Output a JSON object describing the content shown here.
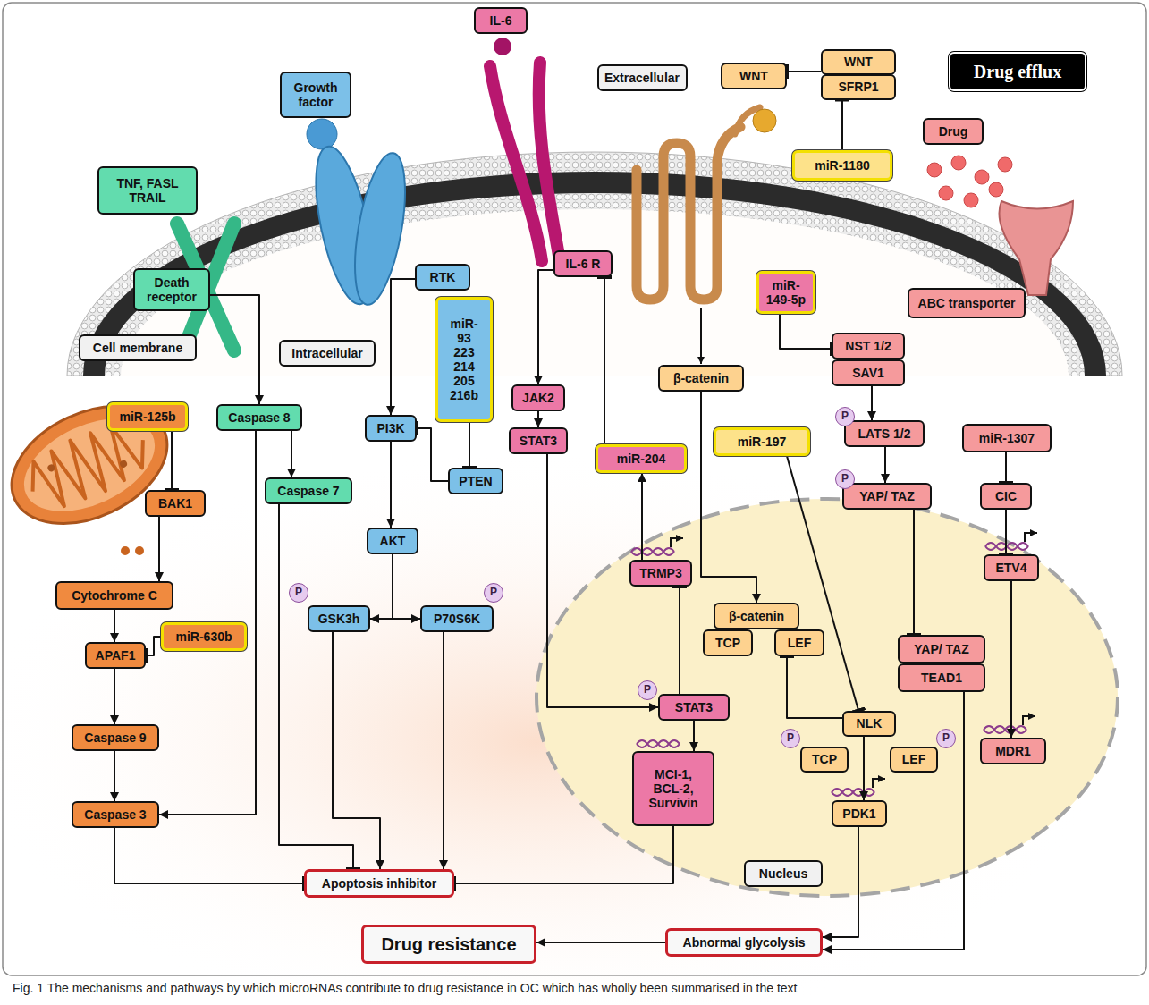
{
  "diagram": {
    "caption": "Fig. 1 The mechanisms and pathways by which microRNAs contribute to drug resistance in OC which has wholly been summarised in the text",
    "nodes": [
      {
        "text": [
          "Drug efflux"
        ]
      },
      {
        "text": [
          "WNT"
        ]
      },
      {
        "text": [
          "WNT"
        ]
      },
      {
        "text": [
          "SFRP1"
        ]
      },
      {
        "text": [
          "IL-6"
        ]
      },
      {
        "text": [
          "Extracellular"
        ]
      },
      {
        "text": [
          "Growth factor"
        ]
      },
      {
        "text": [
          "Drug"
        ]
      },
      {
        "text": [
          "miR-1180"
        ]
      },
      {
        "text": [
          "TNF, FASL TRAIL"
        ]
      },
      {
        "text": [
          "IL-6 R"
        ]
      },
      {
        "text": [
          "Death receptor"
        ]
      },
      {
        "text": [
          "RTK"
        ]
      },
      {
        "text": [
          "miR- 93 223 214 205 216b"
        ]
      },
      {
        "text": [
          "miR-149-5p"
        ]
      },
      {
        "text": [
          "ABC transporter"
        ]
      },
      {
        "text": [
          "Cell membrane"
        ]
      },
      {
        "text": [
          "Intracellular"
        ]
      },
      {
        "text": [
          "NST 1/2"
        ]
      },
      {
        "text": [
          "β-catenin"
        ]
      },
      {
        "text": [
          "SAV1"
        ]
      },
      {
        "text": [
          "miR-125b"
        ]
      },
      {
        "text": [
          "Caspase 8"
        ]
      },
      {
        "text": [
          "PI3K"
        ]
      },
      {
        "text": [
          "JAK2"
        ]
      },
      {
        "text": [
          "STAT3"
        ]
      },
      {
        "text": [
          "miR-204"
        ]
      },
      {
        "text": [
          "LATS 1/2"
        ]
      },
      {
        "text": [
          "miR-1307"
        ]
      },
      {
        "text": [
          "miR-197"
        ]
      },
      {
        "text": [
          "BAK1"
        ]
      },
      {
        "text": [
          "Caspase 7"
        ]
      },
      {
        "text": [
          "PTEN"
        ]
      },
      {
        "text": [
          "CIC"
        ]
      },
      {
        "text": [
          "YAP/ TAZ"
        ]
      },
      {
        "text": [
          "AKT"
        ]
      },
      {
        "text": [
          "TRMP3"
        ]
      },
      {
        "text": [
          "β-catenin"
        ]
      },
      {
        "text": [
          "TCP"
        ]
      },
      {
        "text": [
          "LEF"
        ]
      },
      {
        "text": [
          "YAP/ TAZ"
        ]
      },
      {
        "text": [
          "TEAD1"
        ]
      },
      {
        "text": [
          "ETV4"
        ]
      },
      {
        "text": [
          "Cytochrome C"
        ]
      },
      {
        "text": [
          "GSK3h"
        ]
      },
      {
        "text": [
          "P70S6K"
        ]
      },
      {
        "text": [
          "miR-630b"
        ]
      },
      {
        "text": [
          "APAF1"
        ]
      },
      {
        "text": [
          "STAT3"
        ]
      },
      {
        "text": [
          "NLK"
        ]
      },
      {
        "text": [
          "TCP"
        ]
      },
      {
        "text": [
          "LEF"
        ]
      },
      {
        "text": [
          "MDR1"
        ]
      },
      {
        "text": [
          "Caspase 9"
        ]
      },
      {
        "text": [
          "MCI-1, BCL-2, Survivin"
        ]
      },
      {
        "text": [
          "PDK1"
        ]
      },
      {
        "text": [
          "Caspase 3"
        ]
      },
      {
        "text": [
          "Nucleus"
        ]
      },
      {
        "text": [
          "Apoptosis inhibitor"
        ]
      },
      {
        "text": [
          "Drug resistance"
        ]
      },
      {
        "text": [
          "Abnormal glycolysis"
        ]
      },
      {
        "text": [
          "P"
        ]
      },
      {
        "text": [
          "P"
        ]
      },
      {
        "text": [
          "P"
        ]
      },
      {
        "text": [
          "P"
        ]
      },
      {
        "text": [
          "P"
        ]
      },
      {
        "text": [
          "P"
        ]
      },
      {
        "text": [
          "P"
        ]
      }
    ],
    "edges": [
      {
        "from": 2,
        "to": 1,
        "arrow": "to"
      },
      {
        "from": 8,
        "to": 3,
        "arrow": "to"
      },
      {
        "from": 11,
        "to": 22,
        "arrow": "to"
      },
      {
        "from": 12,
        "to": 23,
        "arrow": "to"
      },
      {
        "from": 10,
        "to": 24,
        "arrow": "to"
      },
      {
        "from": 26,
        "to": 10,
        "arrow": "to"
      },
      {
        "from": 19,
        "to": 37,
        "arrow": "to"
      },
      {
        "from": 14,
        "to": 18,
        "arrow": "to"
      },
      {
        "from": 20,
        "to": 27,
        "arrow": "to"
      },
      {
        "from": 27,
        "to": 34,
        "arrow": "to"
      },
      {
        "from": 34,
        "to": 40,
        "arrow": "to"
      },
      {
        "from": 41,
        "to": 60,
        "arrow": "to"
      },
      {
        "from": 28,
        "to": 33,
        "arrow": "to"
      },
      {
        "from": 33,
        "to": 42,
        "arrow": "to"
      },
      {
        "from": 42,
        "to": 52,
        "arrow": "to"
      },
      {
        "from": 21,
        "to": 30,
        "arrow": "to"
      },
      {
        "from": 30,
        "to": 43,
        "arrow": "to"
      },
      {
        "from": 43,
        "to": 47,
        "arrow": "to"
      },
      {
        "from": 46,
        "to": 47,
        "arrow": "to"
      },
      {
        "from": 47,
        "to": 53,
        "arrow": "to"
      },
      {
        "from": 53,
        "to": 56,
        "arrow": "to"
      },
      {
        "from": 22,
        "to": 31,
        "arrow": "to"
      },
      {
        "from": 22,
        "to": 56,
        "arrow": "to"
      },
      {
        "from": 31,
        "to": 58,
        "arrow": "to"
      },
      {
        "from": 56,
        "to": 58,
        "arrow": "to"
      },
      {
        "from": 23,
        "to": 35,
        "arrow": "to"
      },
      {
        "from": 32,
        "to": 23,
        "arrow": "to"
      },
      {
        "from": 13,
        "to": 32,
        "arrow": "to"
      },
      {
        "from": 35,
        "to": 44,
        "arrow": "to"
      },
      {
        "from": 35,
        "to": 45,
        "arrow": "to"
      },
      {
        "from": 44,
        "to": 58,
        "arrow": "to"
      },
      {
        "from": 45,
        "to": 58,
        "arrow": "to"
      },
      {
        "from": 54,
        "to": 58,
        "arrow": "to"
      },
      {
        "from": 24,
        "to": 25,
        "arrow": "to"
      },
      {
        "from": 25,
        "to": 48,
        "arrow": "to"
      },
      {
        "from": 48,
        "to": 54,
        "arrow": "to"
      },
      {
        "from": 48,
        "to": 36,
        "arrow": "to"
      },
      {
        "from": 36,
        "to": 26,
        "arrow": "to"
      },
      {
        "from": 29,
        "to": 49,
        "arrow": "to"
      },
      {
        "from": 49,
        "to": 39,
        "arrow": "to"
      },
      {
        "from": 49,
        "to": 55,
        "arrow": "to"
      },
      {
        "from": 55,
        "to": 60,
        "arrow": "to"
      },
      {
        "from": 60,
        "to": 59,
        "arrow": "to"
      }
    ]
  }
}
